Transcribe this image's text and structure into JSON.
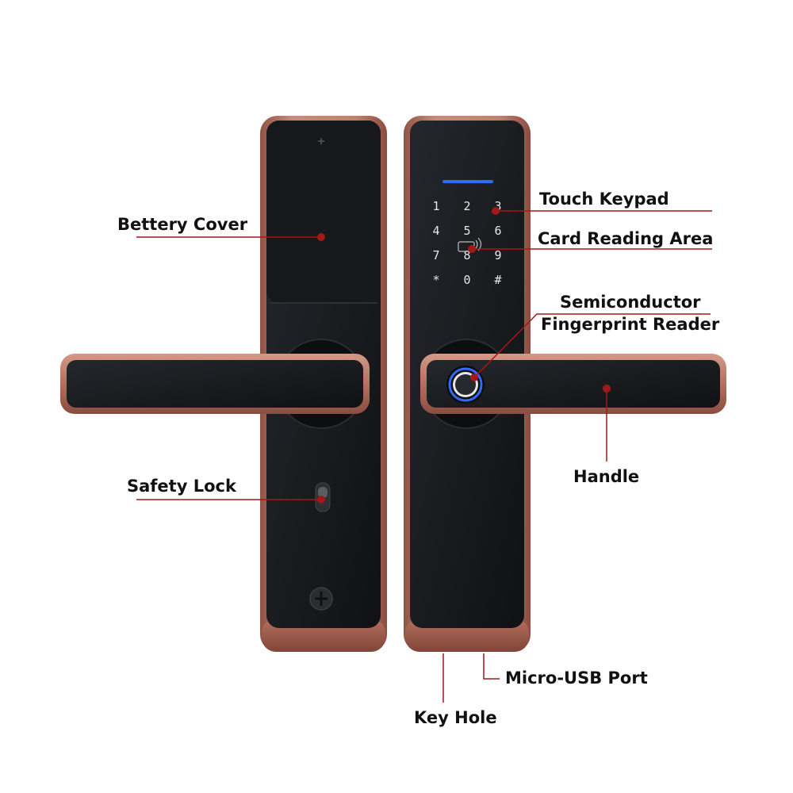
{
  "colors": {
    "rose_gold": "#b97563",
    "rose_gold_dark": "#8a4d40",
    "panel_black": "#1a1c20",
    "leader_red": "#a31818",
    "led_blue": "#2f6bff"
  },
  "labels": {
    "battery_cover": "Bettery Cover",
    "touch_keypad": "Touch Keypad",
    "card_reading_area": "Card Reading Area",
    "semiconductor_line1": "Semiconductor",
    "semiconductor_line2": "Fingerprint Reader",
    "handle": "Handle",
    "safety_lock": "Safety Lock",
    "micro_usb_port": "Micro-USB Port",
    "key_hole": "Key Hole"
  },
  "keypad": {
    "rows": [
      [
        "1",
        "2",
        "3"
      ],
      [
        "4",
        "5",
        "6"
      ],
      [
        "7",
        "8",
        "9"
      ],
      [
        "*",
        "0",
        "#"
      ]
    ]
  },
  "icons": {
    "card": "card-reader-icon",
    "fingerprint": "fingerprint-ring-icon",
    "keyhole": "keyhole-icon"
  }
}
